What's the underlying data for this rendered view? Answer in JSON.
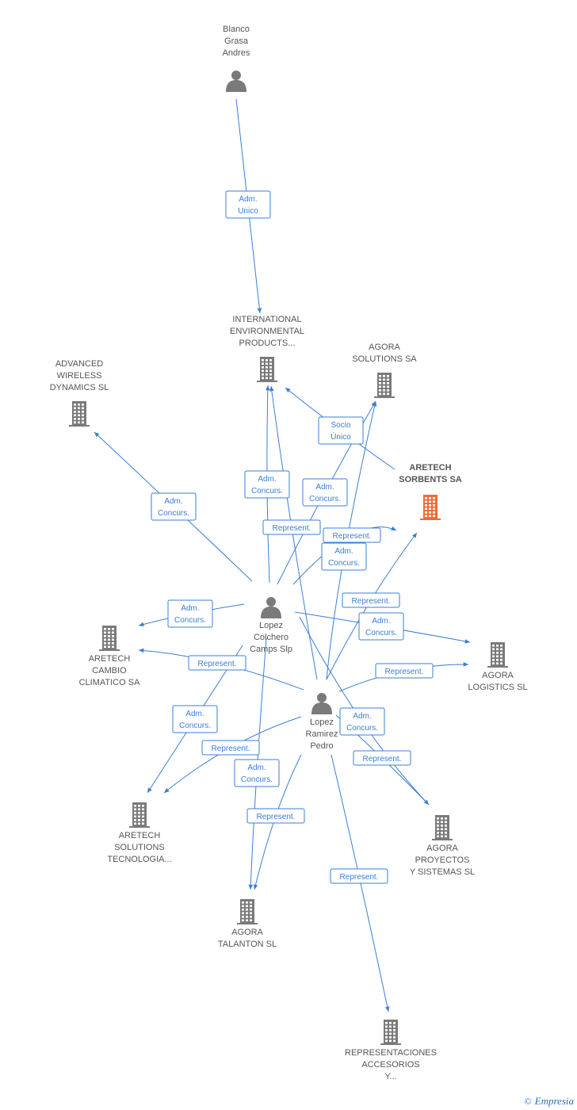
{
  "colors": {
    "edge": "#3a7fd5",
    "icon": "#7a7a7a",
    "focus": "#f06a35",
    "text": "#555555"
  },
  "footer": {
    "copyright": "©",
    "brand": "Empresia"
  },
  "nodes": [
    {
      "id": "blanco",
      "type": "person",
      "lines": [
        "Blanco",
        "Grasa",
        "Andres"
      ]
    },
    {
      "id": "intl",
      "type": "company",
      "lines": [
        "INTERNATIONAL",
        "ENVIRONMENTAL",
        "PRODUCTS..."
      ]
    },
    {
      "id": "agora_sol",
      "type": "company",
      "lines": [
        "AGORA",
        "SOLUTIONS SA"
      ]
    },
    {
      "id": "advanced",
      "type": "company",
      "lines": [
        "ADVANCED",
        "WIRELESS",
        "DYNAMICS SL"
      ]
    },
    {
      "id": "aretech_sorbents",
      "type": "company",
      "focus": true,
      "lines": [
        "ARETECH",
        "SORBENTS SA"
      ]
    },
    {
      "id": "lopez_colchero",
      "type": "person",
      "lines": [
        "Lopez",
        "Colchero",
        "Camps Slp"
      ]
    },
    {
      "id": "aretech_cambio",
      "type": "company",
      "lines": [
        "ARETECH",
        "CAMBIO",
        "CLIMATICO SA"
      ]
    },
    {
      "id": "agora_log",
      "type": "company",
      "lines": [
        "AGORA",
        "LOGISTICS SL"
      ]
    },
    {
      "id": "lopez_ramirez",
      "type": "person",
      "lines": [
        "Lopez",
        "Ramirez",
        "Pedro"
      ]
    },
    {
      "id": "aretech_sol",
      "type": "company",
      "lines": [
        "ARETECH",
        "SOLUTIONS",
        "TECNOLOGIA..."
      ]
    },
    {
      "id": "agora_proy",
      "type": "company",
      "lines": [
        "AGORA",
        "PROYECTOS",
        "Y SISTEMAS SL"
      ]
    },
    {
      "id": "agora_tal",
      "type": "company",
      "lines": [
        "AGORA",
        "TALANTON SL"
      ]
    },
    {
      "id": "repr",
      "type": "company",
      "lines": [
        "REPRESENTACIONES",
        "ACCESORIOS",
        "Y..."
      ]
    }
  ],
  "edges": [
    {
      "from": "blanco",
      "to": "intl",
      "label": [
        "Adm.",
        "Unico"
      ]
    },
    {
      "from": "aretech_sorbents",
      "to": "intl",
      "label": [
        "Socio",
        "Único"
      ]
    },
    {
      "from": "lopez_colchero",
      "to": "advanced",
      "label": [
        "Adm.",
        "Concurs."
      ]
    },
    {
      "from": "lopez_colchero",
      "to": "intl",
      "label": [
        "Adm.",
        "Concurs."
      ]
    },
    {
      "from": "lopez_colchero",
      "to": "agora_sol",
      "label": [
        "Adm.",
        "Concurs."
      ]
    },
    {
      "from": "lopez_ramirez",
      "to": "intl",
      "label": [
        "Represent."
      ]
    },
    {
      "from": "lopez_colchero",
      "to": "aretech_sorbents",
      "label": [
        "Represent."
      ]
    },
    {
      "from": "lopez_ramirez",
      "to": "agora_sol",
      "label": [
        "Adm.",
        "Concurs."
      ]
    },
    {
      "from": "lopez_ramirez",
      "to": "aretech_sorbents",
      "label": [
        "Represent."
      ]
    },
    {
      "from": "lopez_colchero",
      "to": "aretech_cambio",
      "label": [
        "Adm.",
        "Concurs."
      ]
    },
    {
      "from": "lopez_colchero",
      "to": "agora_log",
      "label": [
        "Adm.",
        "Concurs."
      ]
    },
    {
      "from": "lopez_ramirez",
      "to": "aretech_cambio",
      "label": [
        "Represent."
      ]
    },
    {
      "from": "lopez_ramirez",
      "to": "agora_log",
      "label": [
        "Represent."
      ]
    },
    {
      "from": "lopez_colchero",
      "to": "aretech_sol",
      "label": [
        "Adm.",
        "Concurs."
      ]
    },
    {
      "from": "lopez_ramirez",
      "to": "aretech_sol",
      "label": [
        "Represent."
      ]
    },
    {
      "from": "lopez_colchero",
      "to": "agora_proy",
      "label": [
        "Adm.",
        "Concurs."
      ]
    },
    {
      "from": "lopez_ramirez",
      "to": "agora_proy",
      "label": [
        "Represent."
      ]
    },
    {
      "from": "lopez_colchero",
      "to": "agora_tal",
      "label": [
        "Adm.",
        "Concurs."
      ]
    },
    {
      "from": "lopez_ramirez",
      "to": "agora_tal",
      "label": [
        "Represent."
      ]
    },
    {
      "from": "lopez_ramirez",
      "to": "repr",
      "label": [
        "Represent."
      ]
    }
  ]
}
